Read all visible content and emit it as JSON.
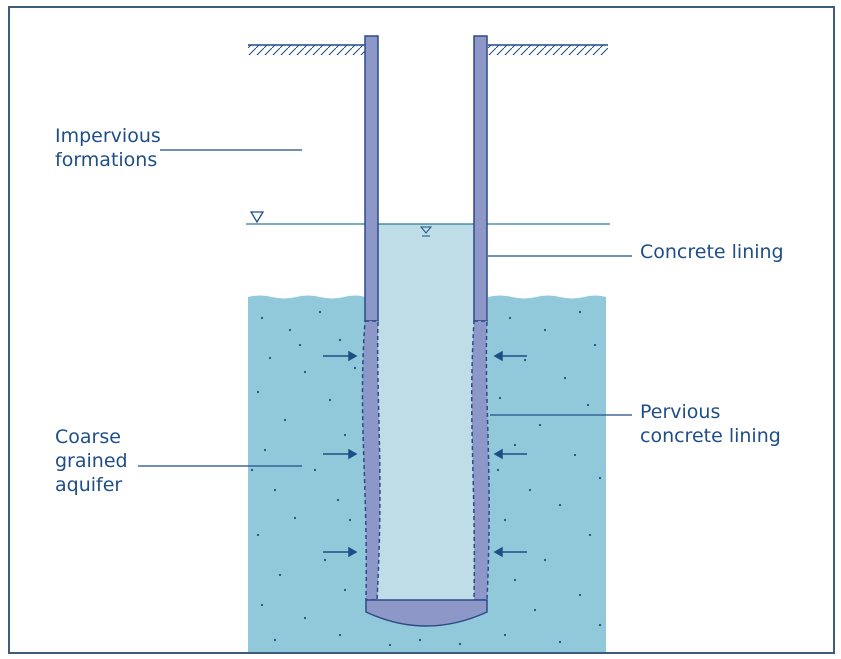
{
  "labels": {
    "impervious": [
      "Impervious",
      "formations"
    ],
    "concrete_lining": "Concrete lining",
    "pervious": [
      "Pervious",
      "concrete lining"
    ],
    "aquifer": [
      "Coarse",
      "grained",
      "aquifer"
    ]
  },
  "colors": {
    "frame": "#3f5a7a",
    "text": "#1f4e86",
    "aquifer": "#91c9da",
    "well_water": "#bedde6",
    "lining": "#8e98c8",
    "lining_edge": "#2d4a86",
    "lines": "#1f4e86"
  }
}
